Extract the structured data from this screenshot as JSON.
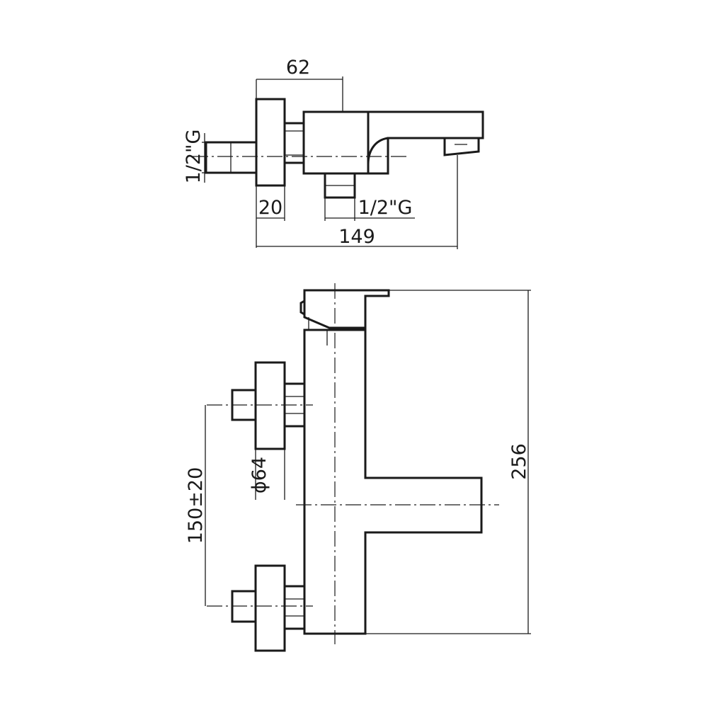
{
  "top_view": {
    "width_62": "62",
    "inlet_thread": "1/2\"G",
    "flange_depth": "20",
    "outlet_thread": "1/2\"G",
    "overall_length": "149"
  },
  "front_view": {
    "height": "256",
    "centres": "150±20",
    "flange_diameter": "ϕ64"
  }
}
